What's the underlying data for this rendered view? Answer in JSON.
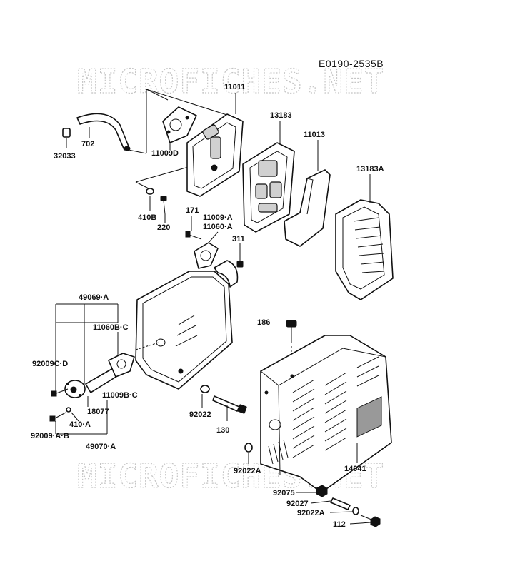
{
  "diagram_code": "E0190-2535B",
  "watermark_text": "MICROFICHES.NET",
  "labels": {
    "p11011": "11011",
    "p13183": "13183",
    "p11013": "11013",
    "p13183A": "13183A",
    "p702": "702",
    "p32033": "32033",
    "p11009D": "11009D",
    "p410B": "410B",
    "p220": "220",
    "p171": "171",
    "p11009A": "11009·A",
    "p11060A": "11060·A",
    "p311": "311",
    "p49069A": "49069·A",
    "p11060BC": "11060B·C",
    "p92009CD": "92009C·D",
    "p18077": "18077",
    "p11009BC": "11009B·C",
    "p410A": "410·A",
    "p92009AB": "92009·A·B",
    "p49070A": "49070·A",
    "p92022": "92022",
    "p130": "130",
    "p186": "186",
    "p14041": "14041",
    "p92022A_left": "92022A",
    "p92075": "92075",
    "p92027": "92027",
    "p92022A_bottom": "92022A",
    "p112": "112"
  }
}
